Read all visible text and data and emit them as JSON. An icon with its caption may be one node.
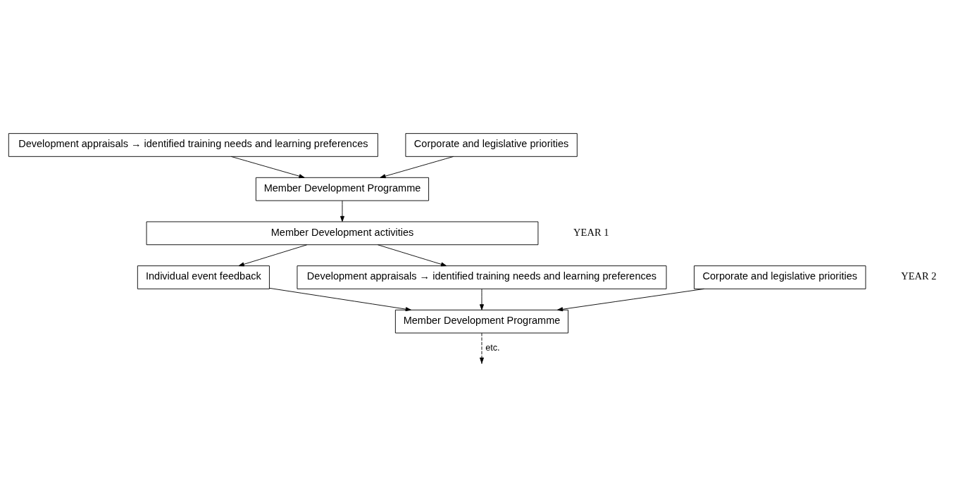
{
  "diagram": {
    "nodes": [
      {
        "text": [
          "Development appraisals → identified training needs and learning preferences"
        ]
      },
      {
        "text": [
          "Corporate and legislative priorities"
        ]
      },
      {
        "text": [
          "Member Development Programme"
        ]
      },
      {
        "text": [
          "Member Development activities"
        ]
      },
      {
        "text": [
          "Individual event feedback"
        ]
      },
      {
        "text": [
          "Development appraisals → identified training needs and learning preferences"
        ]
      },
      {
        "text": [
          "Corporate and legislative priorities"
        ]
      },
      {
        "text": [
          "Member Development Programme"
        ]
      }
    ],
    "edges": [
      {
        "from": 0,
        "to": 2,
        "arrow": "to"
      },
      {
        "from": 1,
        "to": 2,
        "arrow": "to"
      },
      {
        "from": 2,
        "to": 3,
        "arrow": "to"
      },
      {
        "from": 3,
        "to": 4,
        "arrow": "to"
      },
      {
        "from": 3,
        "to": 5,
        "arrow": "to"
      },
      {
        "from": 4,
        "to": 7,
        "arrow": "to"
      },
      {
        "from": 5,
        "to": 7,
        "arrow": "to"
      },
      {
        "from": 6,
        "to": 7,
        "arrow": "to"
      },
      {
        "from": 7,
        "to": null,
        "arrow": "to",
        "label": "etc.",
        "style": "dashed"
      }
    ],
    "labels": [
      "YEAR 1",
      "YEAR 2"
    ]
  }
}
